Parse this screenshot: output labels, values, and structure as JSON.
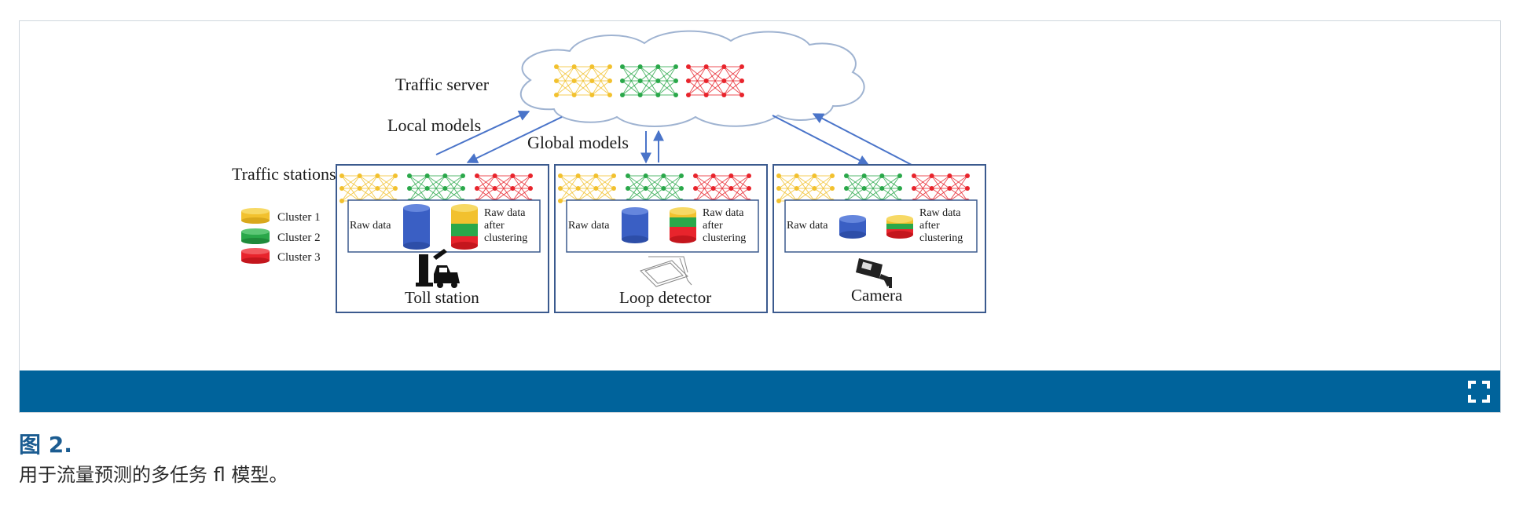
{
  "diagram": {
    "server_label": "Traffic server",
    "local_models_label": "Local models",
    "global_models_label": "Global models",
    "stations_label": "Traffic stations",
    "legend": [
      {
        "label": "Cluster 1",
        "color": "#f2c12e"
      },
      {
        "label": "Cluster 2",
        "color": "#2aa84a"
      },
      {
        "label": "Cluster 3",
        "color": "#e8242c"
      }
    ],
    "stations": [
      {
        "name": "Toll station",
        "raw_label": "Raw data",
        "after_label": [
          "Raw data",
          "after",
          "clustering"
        ]
      },
      {
        "name": "Loop detector",
        "raw_label": "Raw data",
        "after_label": [
          "Raw data",
          "after",
          "clustering"
        ]
      },
      {
        "name": "Camera",
        "raw_label": "Raw data",
        "after_label": [
          "Raw data",
          "after",
          "clustering"
        ]
      }
    ],
    "colors": {
      "box_border": "#3b5a8e",
      "arrow": "#4a74c9",
      "database": "#3a5fc4"
    }
  },
  "toolbar": {
    "expand_icon": "expand-icon",
    "bar_color": "#00639b"
  },
  "caption": {
    "label": "图 2.",
    "text": "用于流量预测的多任务 fl 模型。"
  }
}
